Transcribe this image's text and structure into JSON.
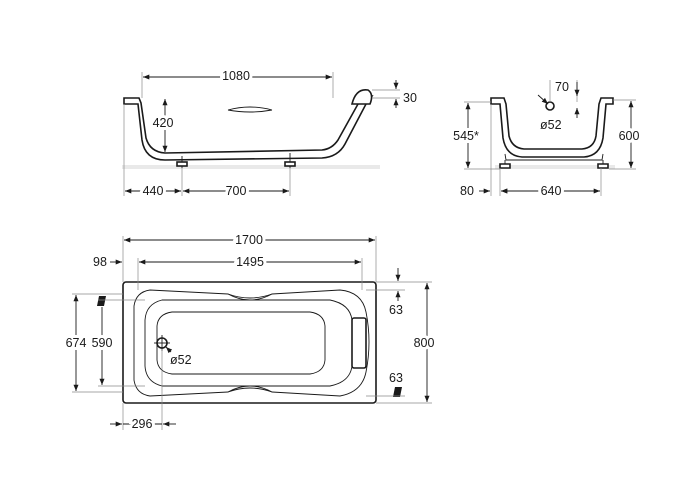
{
  "dimensions": {
    "inner_length_top": "1080",
    "depth_inner": "420",
    "rim_drop": "30",
    "foot_offset": "440",
    "foot_spacing": "700",
    "waste_offset": "70",
    "waste_dia_side": "ø52",
    "height_feet": "545*",
    "height_total": "600",
    "side_offset": "80",
    "foot_width": "640",
    "total_length": "1700",
    "inner_length": "1495",
    "rim_left": "98",
    "rim_right_top": "63",
    "rim_right_bottom": "63",
    "outer_width": "800",
    "inner_width": "674",
    "inner_width_bottom": "590",
    "waste_dia_plan": "ø52",
    "waste_offset_plan": "296"
  },
  "colors": {
    "line": "#1a1a1a",
    "floor": "#e9e9e9",
    "extension": "#8a8a8a"
  }
}
